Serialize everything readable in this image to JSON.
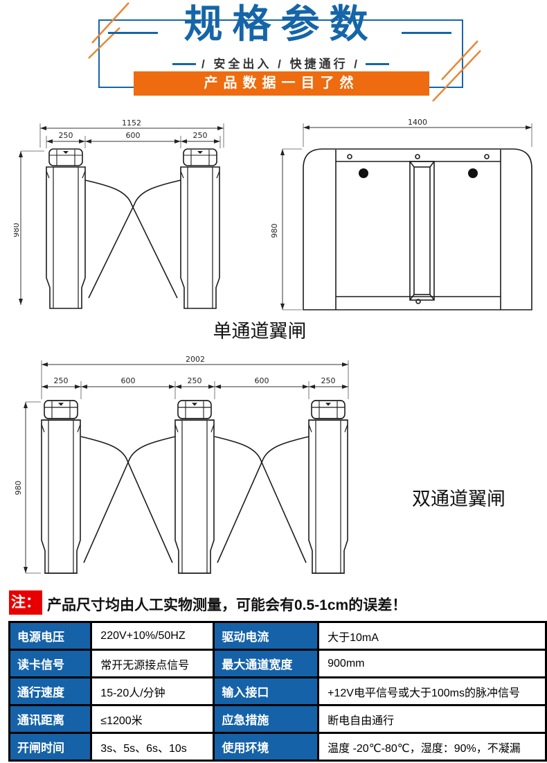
{
  "colors": {
    "accent_blue": "#1565a8",
    "accent_orange": "#ee6c0f",
    "table_blue": "#1562a8",
    "note_red": "#e80000"
  },
  "header": {
    "title": "规格参数",
    "subtitle": "/ 安全出入 / 快捷通行 /",
    "banner": "产品数据一目了然"
  },
  "figures": {
    "single": {
      "caption": "单通道翼闸",
      "total": "1152",
      "segs": [
        "250",
        "600",
        "250"
      ],
      "height": "980"
    },
    "front": {
      "width": "1400",
      "height": "980"
    },
    "double": {
      "caption": "双通道翼闸",
      "total": "2002",
      "segs": [
        "250",
        "600",
        "250",
        "600",
        "250"
      ],
      "height": "980"
    }
  },
  "note": {
    "badge": "注：",
    "text": "产品尺寸均由人工实物测量，可能会有0.5-1cm的误差！"
  },
  "table": {
    "rows": [
      {
        "k1": "电源电压",
        "v1": "220V+10%/50HZ",
        "k2": "驱动电流",
        "v2": "大于10mA"
      },
      {
        "k1": "读卡信号",
        "v1": "常开无源接点信号",
        "k2": "最大通道宽度",
        "v2": "900mm"
      },
      {
        "k1": "通行速度",
        "v1": "15-20人/分钟",
        "k2": "输入接口",
        "v2": "+12V电平信号或大于100ms的脉冲信号"
      },
      {
        "k1": "通讯距离",
        "v1": "≤1200米",
        "k2": "应急措施",
        "v2": "断电自由通行"
      },
      {
        "k1": "开闸时间",
        "v1": "3s、5s、6s、10s",
        "k2": "使用环境",
        "v2": "温度 -20℃-80℃，湿度：90%，不凝漏"
      }
    ]
  }
}
